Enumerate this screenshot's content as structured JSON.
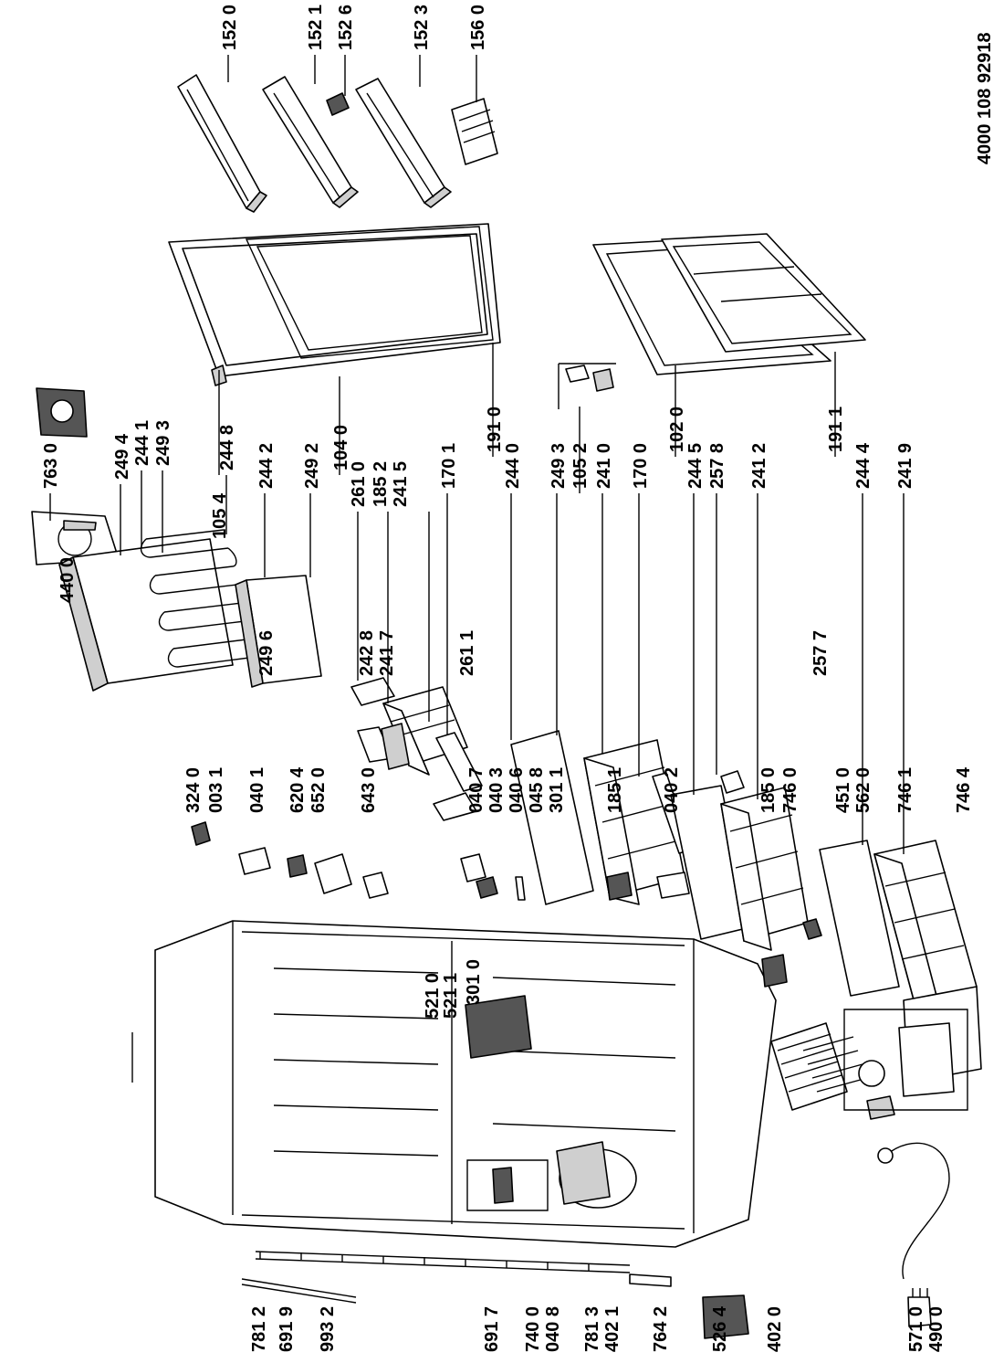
{
  "doc_number": "4000 108 92918",
  "labels": {
    "l1520": "152 0",
    "l1521": "152 1",
    "l1526": "152 6",
    "l1523": "152 3",
    "l1560": "156 0",
    "l7630": "763 0",
    "l2494": "249 4",
    "l2441": "244 1",
    "l2493a": "249 3",
    "l2448": "244 8",
    "l1054": "105 4",
    "l2442": "244 2",
    "l2492": "249 2",
    "l1040": "104 0",
    "l2610": "261 0",
    "l1852": "185 2",
    "l2415": "241 5",
    "l1701": "170 1",
    "l1910": "191 0",
    "l2440": "244 0",
    "l2493b": "249 3",
    "l1052": "105 2",
    "l2410": "241 0",
    "l1700": "170 0",
    "l1020": "102 0",
    "l2445": "244 5",
    "l2578": "257 8",
    "l2412": "241 2",
    "l1911": "191 1",
    "l2444": "244 4",
    "l2419": "241 9",
    "l4400": "440 0",
    "l2496": "249 6",
    "l2428": "242 8",
    "l2417": "241 7",
    "l2611": "261 1",
    "l2577": "257 7",
    "l3240": "324 0",
    "l0031": "003 1",
    "l0401": "040 1",
    "l6204": "620 4",
    "l6520": "652 0",
    "l6430": "643 0",
    "l0407": "040 7",
    "l0403": "040 3",
    "l0406": "040 6",
    "l0458": "045 8",
    "l3011": "301 1",
    "l1851": "185 1",
    "l0402": "040 2",
    "l3010": "301 0",
    "l5210": "521 0",
    "l5211": "521 1",
    "l1850": "185 0",
    "l7460": "746 0",
    "l4510": "451 0",
    "l5620": "562 0",
    "l7461": "746 1",
    "l7464": "746 4",
    "l7812": "781 2",
    "l6919": "691 9",
    "l9932": "993 2",
    "l6917": "691 7",
    "l7400": "740 0",
    "l0408": "040 8",
    "l7813": "781 3",
    "l4021": "402 1",
    "l7642": "764 2",
    "l5264": "526 4",
    "l4020": "402 0",
    "l5710": "571 0",
    "l4900": "490 0"
  }
}
